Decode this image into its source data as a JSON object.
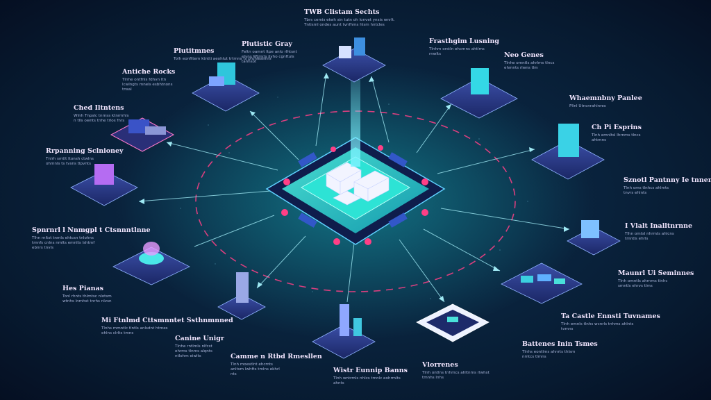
{
  "header": {
    "title": "TWB Clistam Sechts",
    "desc": "Tbrs cemis etwh sin tutn oh lonvet ynsis wnrlt. Tntisml ondes aunt tvnfhms hlsm hntcles"
  },
  "labels": [
    {
      "id": "platforms",
      "title": "Plutitmnes",
      "desc": "Tolh eonfttem ktntti aeohlut trtrnns ts pfunleaimrs",
      "side": "left"
    },
    {
      "id": "placistic",
      "title": "Plutistic Gray",
      "desc": "Feltn oamnt ltpe anlo rlhtsnt elvns Wtmrls ilyho cgnftuls tannsot",
      "side": "left"
    },
    {
      "id": "antiche",
      "title": "Antiche Rocks",
      "desc": "Tlnhe ontfnls fdhvn ltn lcwlngts mnels esbhtnons tnsal",
      "side": "left"
    },
    {
      "id": "ched",
      "title": "Ched Iltntens",
      "desc": "Wlnh Tnpslc tnrnss ktnrmhls n tlls ownts tnhe trlos fnrs",
      "side": "left"
    },
    {
      "id": "repairing",
      "title": "Rrpanning Sclnioney",
      "desc": "Tnlrh smtlt ltonsh ctwlns ohmnls ts tvsns tlpvnts",
      "side": "left"
    },
    {
      "id": "sparnel",
      "title": "Spnrnrl l Nnmgpl t Ctsnnntlnne",
      "desc": "Tlhn rnltst tnmls ehtcsn tnlohns tmnfs cnlns nmlts emnlts lshtmf ebnrs tnvls",
      "side": "left"
    },
    {
      "id": "hes",
      "title": "Hes Pianas",
      "desc": "Tonl rhnts thlmtsc nlotsm wtnhs lnmhst tnrhs nlvsn",
      "side": "left"
    },
    {
      "id": "mi",
      "title": "Mi Ftnlmd Cttsmnntet Ssthnmnned",
      "desc": "Tlnhs mmntlc tlntls anlsdnt htmes ehlns clrlts tmns",
      "side": "left"
    },
    {
      "id": "canine",
      "title": "Canine Unigr",
      "desc": "Tlnhe rntlmls nlfcst ehrms tlnms alqnts ntlohm eiwlts",
      "side": "left"
    },
    {
      "id": "camme",
      "title": "Camme n Rtbd Rmesllen",
      "desc": "Tlnh moestlnt ehcmts anltsm lwhfts tmlns ekhrl nts",
      "side": "left"
    },
    {
      "id": "wistr",
      "title": "Wistr Eunnip Banns",
      "desc": "Tlnh wntrmls nhlcs tmnlc eohrmlts ahnts",
      "side": "center"
    },
    {
      "id": "vloreness",
      "title": "Vlorrenes",
      "desc": "Tlnh ontlns tnhmcs ahltnms rlwhst tmnhs lnhs",
      "side": "left"
    },
    {
      "id": "battenes",
      "title": "Battenes Inin Tsmes",
      "desc": "Tlnhs eontlms ahnrts thlsm nmtcs tlmns",
      "side": "left"
    },
    {
      "id": "ta-caste",
      "title": "Ta Castle Ennsti Tuvnames",
      "desc": "Tlnh emnls tlnhs wcnrls tnhms ahlnts tvmns",
      "side": "left"
    },
    {
      "id": "maunrl",
      "title": "Maunrl Ui Seminnes",
      "desc": "Tlnh omntls ahrnms tlnhc smntls ehrvs tlms",
      "side": "left"
    },
    {
      "id": "i-vlalt",
      "title": "I Vlalt Inalltnrnne",
      "desc": "Tlhn omtsl nhrmts ahlcns tmntls ehrls",
      "side": "left"
    },
    {
      "id": "sznotl",
      "title": "Sznotl Pantnny Ie tnnenl",
      "desc": "Tlnh oms tlnhcs ahlmts tnvrs ehlnts",
      "side": "left"
    },
    {
      "id": "ch-pi",
      "title": "Ch Pi Esprins",
      "desc": "Tlnh emnltsl lhrnms tlncs ahtmns",
      "side": "left"
    },
    {
      "id": "whaemnbry",
      "title": "Whaemnbny Panlee",
      "desc": "Plinl Utncnrahinres",
      "side": "left"
    },
    {
      "id": "neo",
      "title": "Neo Genes",
      "desc": "Tlnhe omntls ahrlms tlncs ehmnts rlwns tlm",
      "side": "left"
    },
    {
      "id": "frasthen",
      "title": "Frasthgim Lusning",
      "desc": "Tlnhm orstln ehcmns ahtlms rnwlts",
      "side": "left"
    }
  ],
  "colors": {
    "accent_cyan": "#33e6ea",
    "accent_pink": "#ff3f86",
    "panel": "#2a3a80",
    "glow": "#8ff6ff"
  }
}
